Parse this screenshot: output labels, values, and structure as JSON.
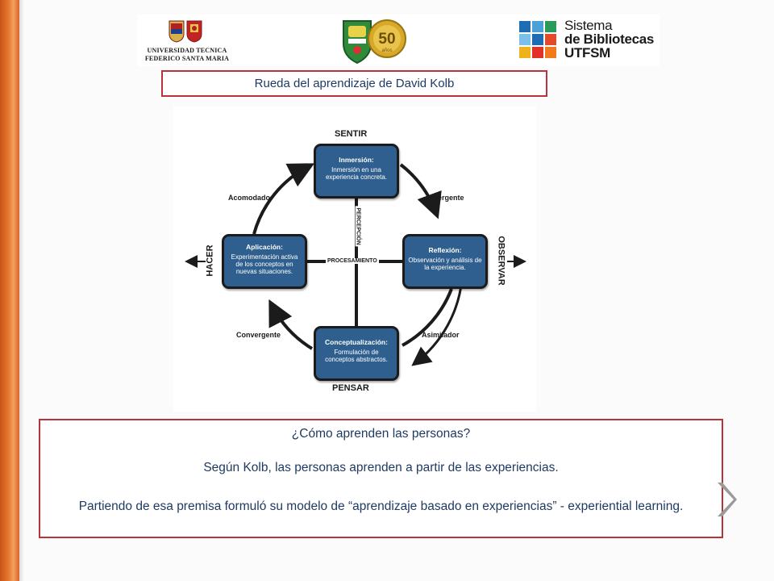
{
  "logos": {
    "university_line1": "UNIVERSIDAD TECNICA",
    "university_line2": "FEDERICO SANTA MARIA",
    "anniversary_number": "50",
    "anniversary_word": "años",
    "library_line1": "Sistema",
    "library_line2": "de Bibliotecas",
    "library_line3": "UTFSM"
  },
  "title": "Rueda del aprendizaje de David Kolb",
  "diagram": {
    "poles": {
      "top": "SENTIR",
      "bottom": "PENSAR",
      "left": "HACER",
      "right": "OBSERVAR"
    },
    "axes": {
      "vertical": "PERCEPCIÓN",
      "horizontal": "PROCESAMIENTO"
    },
    "stages": {
      "top_left": "Acomodador",
      "top_right": "Divergente",
      "bottom_left": "Convergente",
      "bottom_right": "Asimilador"
    },
    "boxes": {
      "top": {
        "title": "Inmersión:",
        "desc": "Inmersión en una experiencia concreta."
      },
      "right": {
        "title": "Reflexión:",
        "desc": "Observación y análisis de la experiencia."
      },
      "bottom": {
        "title": "Conceptualización:",
        "desc": "Formulación de conceptos abstractos."
      },
      "left": {
        "title": "Aplicación:",
        "desc": "Experimentación activa de los conceptos en nuevas situaciones."
      }
    },
    "colors": {
      "box_fill": "#2f5f8e",
      "line": "#1b1b1b"
    }
  },
  "text_box": {
    "question": "¿Cómo aprenden las personas?",
    "line1": "Según Kolb,  las personas aprenden a partir de las experiencias.",
    "line2": "Partiendo de esa premisa formuló su modelo de “aprendizaje basado en experiencias” - experiential learning."
  },
  "colors": {
    "accent_border": "#b8333a",
    "text": "#1f3a63",
    "side_bar": "#e8782e"
  },
  "icons": {
    "next": "chevron-right-icon"
  }
}
